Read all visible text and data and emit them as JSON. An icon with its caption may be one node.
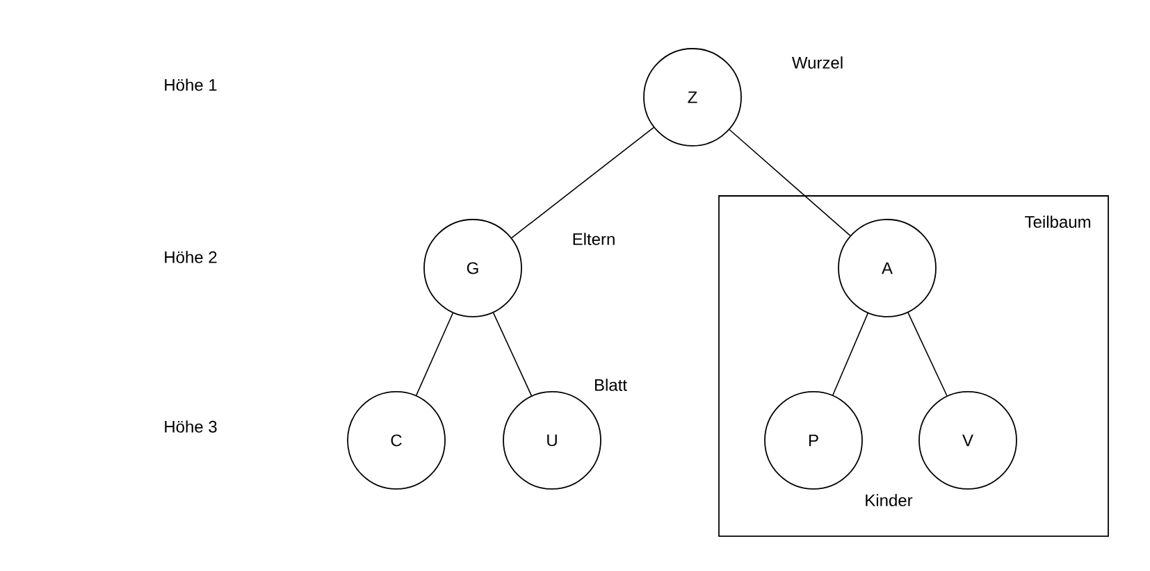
{
  "diagram": {
    "nodes": [
      {
        "text": [
          "Z"
        ],
        "beside": [
          "Wurzel"
        ]
      },
      {
        "text": [
          "G"
        ],
        "beside": [
          "Eltern"
        ]
      },
      {
        "text": [
          "Teilbaum"
        ]
      },
      {
        "text": [
          "A"
        ],
        "in": 2
      },
      {
        "text": [
          "C"
        ]
      },
      {
        "text": [
          "U"
        ],
        "beside": [
          "Blatt"
        ]
      },
      {
        "text": [
          "P"
        ],
        "in": 2
      },
      {
        "text": [
          "V"
        ],
        "in": 2
      }
    ],
    "edges": [
      {
        "from": 0,
        "to": 1,
        "arrow": "none"
      },
      {
        "from": 0,
        "to": 3,
        "arrow": "none"
      },
      {
        "from": 1,
        "to": 4,
        "arrow": "none"
      },
      {
        "from": 1,
        "to": 5,
        "arrow": "none"
      },
      {
        "from": 3,
        "to": 6,
        "arrow": "none"
      },
      {
        "from": 3,
        "to": 7,
        "arrow": "none"
      }
    ],
    "labels": [
      "Höhe 1",
      "Höhe 2",
      "Höhe 3",
      "Kinder"
    ]
  }
}
